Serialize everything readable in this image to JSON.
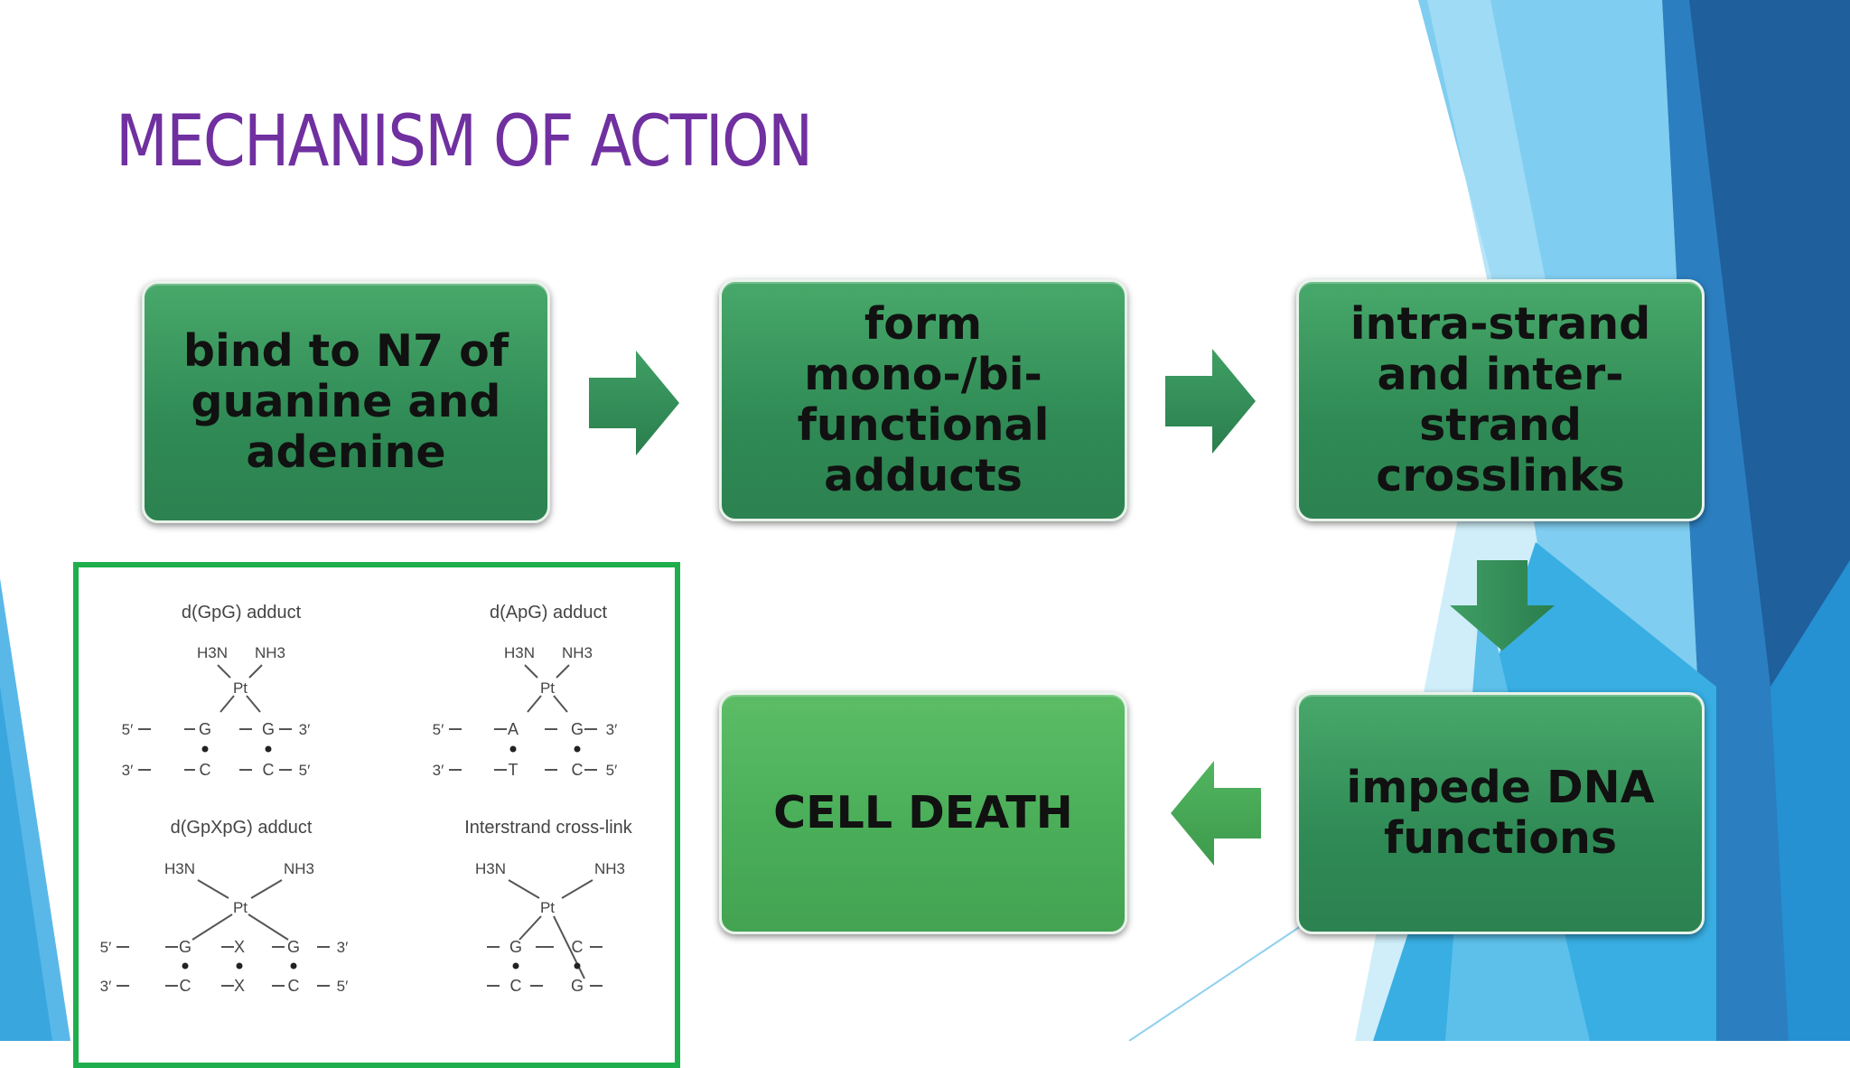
{
  "slide": {
    "title": "MECHANISM OF ACTION"
  },
  "colors": {
    "title": "#7030a0",
    "box_green_dark": "#2f8a55",
    "box_green_light": "#4aae59",
    "arrow": "#2f8a55",
    "figure_border": "#1fae4c",
    "background_accent": "#1e8fd0"
  },
  "flow": {
    "step1": "bind to N7 of guanine and adenine",
    "step2": "form mono-/bi-functional adducts",
    "step3": "intra-strand and inter-strand crosslinks",
    "step4": "impede DNA functions",
    "step5": "CELL DEATH"
  },
  "figure": {
    "panels": [
      {
        "title": "d(GpG) adduct",
        "left_amine": "H3N",
        "right_amine": "NH3",
        "metal": "Pt",
        "top_strand": [
          "5′",
          "G",
          "G",
          "3′"
        ],
        "bottom_strand": [
          "3′",
          "C",
          "C",
          "5′"
        ]
      },
      {
        "title": "d(ApG) adduct",
        "left_amine": "H3N",
        "right_amine": "NH3",
        "metal": "Pt",
        "top_strand": [
          "5′",
          "A",
          "G",
          "3′"
        ],
        "bottom_strand": [
          "3′",
          "T",
          "C",
          "5′"
        ]
      },
      {
        "title": "d(GpXpG) adduct",
        "left_amine": "H3N",
        "right_amine": "NH3",
        "metal": "Pt",
        "top_strand": [
          "5′",
          "G",
          "X",
          "G",
          "3′"
        ],
        "bottom_strand": [
          "3′",
          "C",
          "X",
          "C",
          "5′"
        ]
      },
      {
        "title": "Interstrand cross-link",
        "left_amine": "H3N",
        "right_amine": "NH3",
        "metal": "Pt",
        "top_strand": [
          "G",
          "C"
        ],
        "bottom_strand": [
          "C",
          "G"
        ]
      }
    ]
  }
}
